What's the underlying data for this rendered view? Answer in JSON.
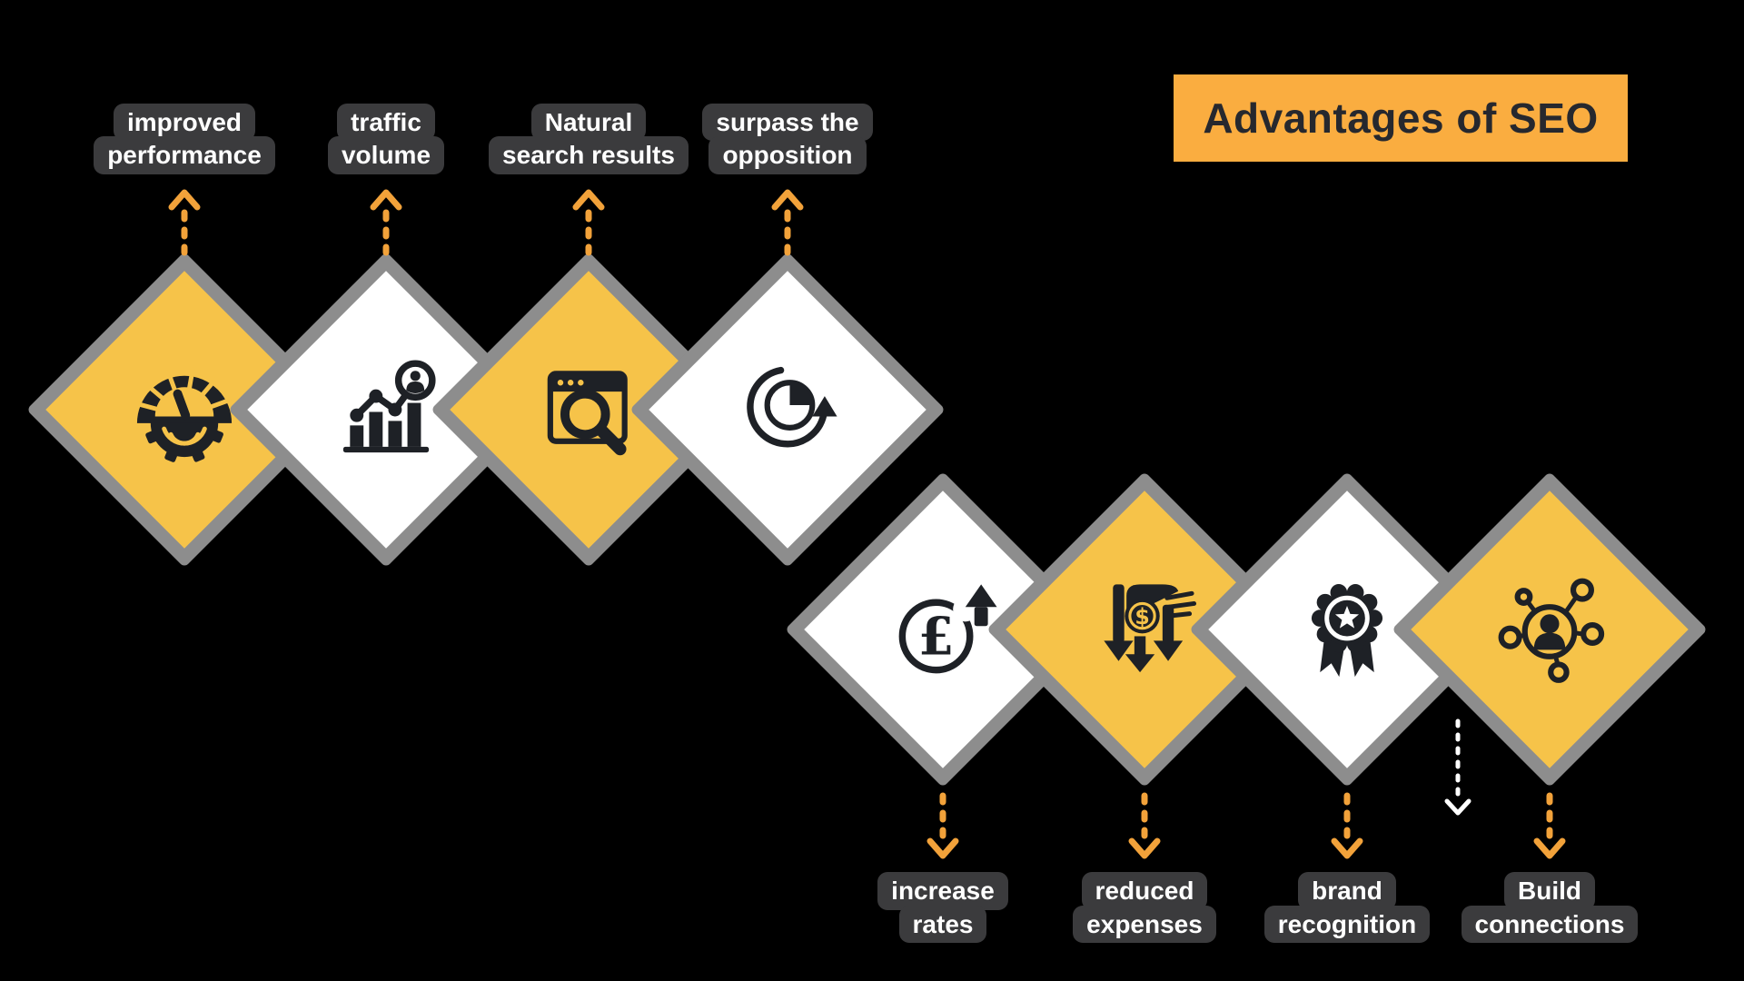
{
  "title": {
    "label": "Advantages of SEO"
  },
  "colors": {
    "background": "#000000",
    "diamond_yellow": "#F6C349",
    "diamond_white": "#FFFFFF",
    "border_gray": "#8D8D8D",
    "title_orange": "#FAAD40",
    "arrow_orange": "#F2A23A",
    "label_bg": "#3B3B3D",
    "label_text": "#FFFFFF",
    "icon_dark": "#1E2126",
    "title_text": "#26282E",
    "stray_arrow_white": "#FFFFFF"
  },
  "items": [
    {
      "label_lines": [
        "improved",
        "performance"
      ],
      "icon": "performance-gauge",
      "fill": "yellow",
      "row": "top"
    },
    {
      "label_lines": [
        "traffic",
        "volume"
      ],
      "icon": "traffic-bar-chart",
      "fill": "white",
      "row": "top"
    },
    {
      "label_lines": [
        "Natural",
        "search results"
      ],
      "icon": "browser-search",
      "fill": "yellow",
      "row": "top"
    },
    {
      "label_lines": [
        "surpass the",
        "opposition"
      ],
      "icon": "pie-chart-cycle",
      "fill": "white",
      "row": "top"
    },
    {
      "label_lines": [
        "increase",
        "rates"
      ],
      "icon": "pound-rise",
      "fill": "white",
      "row": "bottom"
    },
    {
      "label_lines": [
        "reduced",
        "expenses"
      ],
      "icon": "cost-drop-hand",
      "fill": "yellow",
      "row": "bottom"
    },
    {
      "label_lines": [
        "brand",
        "recognition"
      ],
      "icon": "award-rosette",
      "fill": "white",
      "row": "bottom"
    },
    {
      "label_lines": [
        "Build",
        "connections"
      ],
      "icon": "person-network",
      "fill": "yellow",
      "row": "bottom"
    }
  ]
}
